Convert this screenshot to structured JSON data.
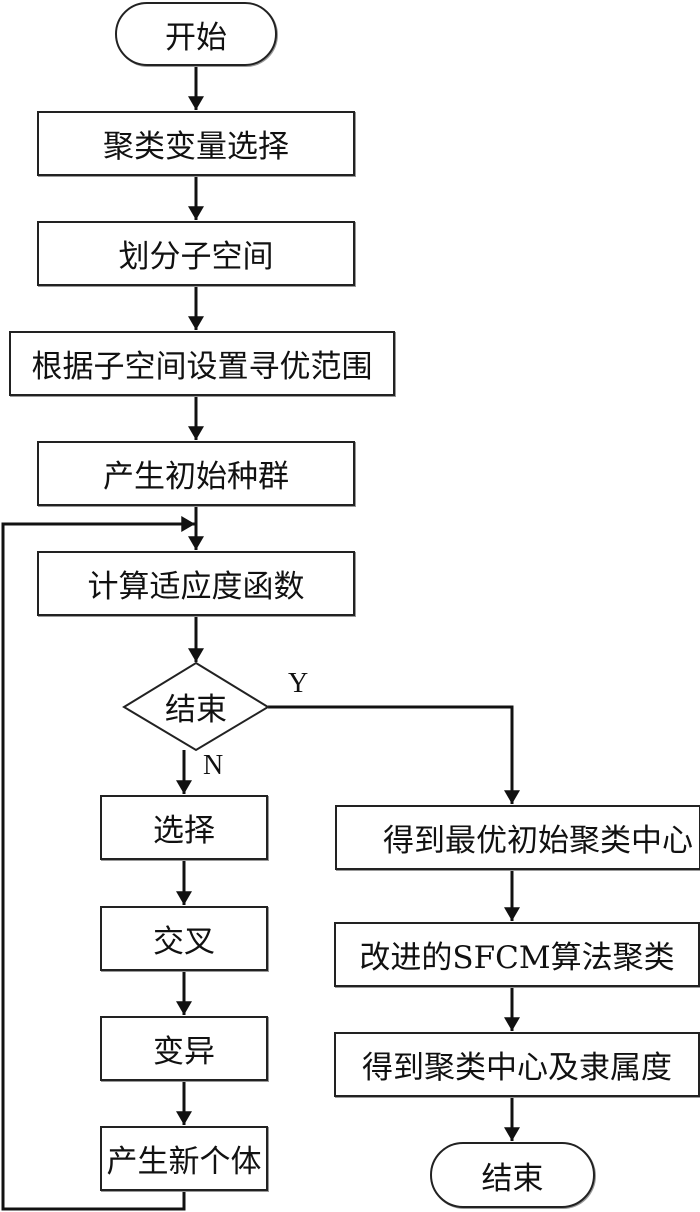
{
  "flowchart": {
    "start": "开始",
    "steps_main": [
      "聚类变量选择",
      "划分子空间",
      "根据子空间设置寻优范围",
      "产生初始种群",
      "计算适应度函数"
    ],
    "decision": "结束",
    "branch_yes_label": "Y",
    "branch_no_label": "N",
    "steps_no_branch": [
      "选择",
      "交叉",
      "变异",
      "产生新个体"
    ],
    "steps_yes_branch": [
      "得到最优初始聚类中心",
      "改进的SFCM算法聚类",
      "得到聚类中心及隶属度"
    ],
    "end": "结束"
  },
  "colors": {
    "stroke": "#222222",
    "background": "#ffffff"
  }
}
